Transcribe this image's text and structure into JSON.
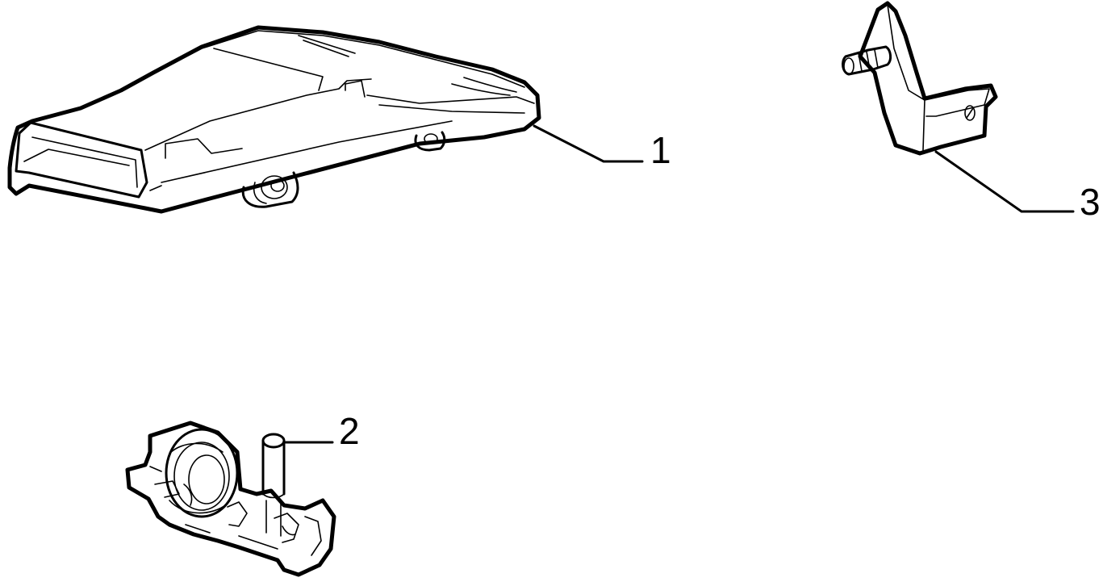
{
  "diagram": {
    "parts": [
      {
        "id": "part-1",
        "callout": "1"
      },
      {
        "id": "part-2",
        "callout": "2"
      },
      {
        "id": "part-3",
        "callout": "3"
      }
    ],
    "colors": {
      "line": "#000000",
      "background": "#ffffff"
    }
  }
}
